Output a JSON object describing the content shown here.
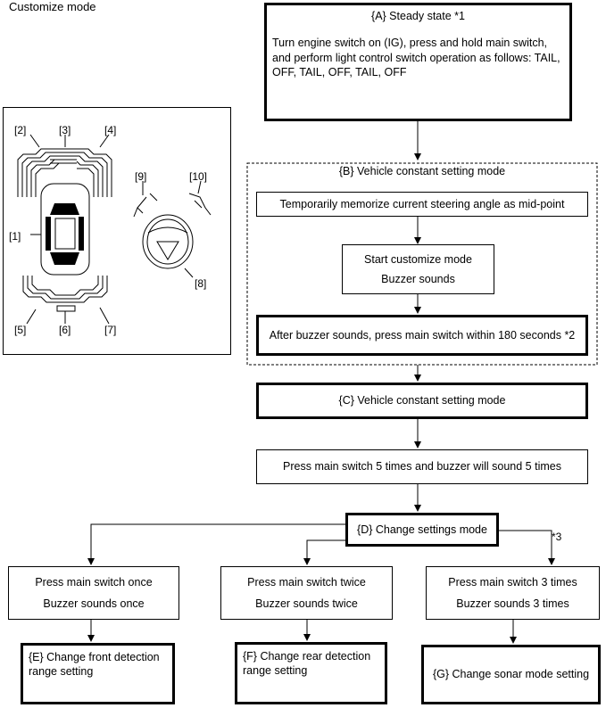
{
  "page_title": "Customize mode",
  "illustration": {
    "callouts": [
      "[1]",
      "[2]",
      "[3]",
      "[4]",
      "[5]",
      "[6]",
      "[7]",
      "[8]",
      "[9]",
      "[10]"
    ]
  },
  "steps": {
    "a": {
      "title": "{A} Steady state *1",
      "body": "Turn engine switch on (IG), press and hold main switch, and perform light control switch operation as follows: TAIL, OFF, TAIL, OFF, TAIL, OFF"
    },
    "b": {
      "title": "{B} Vehicle constant setting mode",
      "memorize": "Temporarily memorize current steering angle as mid-point",
      "start_line1": "Start customize mode",
      "start_line2": "Buzzer sounds",
      "after": "After buzzer sounds, press main switch within 180 seconds *2"
    },
    "c": {
      "title": "{C} Vehicle constant setting mode"
    },
    "press5": "Press main switch 5 times and buzzer will sound 5 times",
    "d": {
      "title": "{D} Change settings mode",
      "note": "*3"
    },
    "branches": [
      {
        "line1": "Press main switch once",
        "line2": "Buzzer sounds once",
        "result": "{E} Change front detection range setting"
      },
      {
        "line1": "Press main switch twice",
        "line2": "Buzzer sounds twice",
        "result": "{F} Change rear detection range setting"
      },
      {
        "line1": "Press main switch 3 times",
        "line2": "Buzzer sounds 3 times",
        "result": "{G} Change sonar mode setting"
      }
    ]
  }
}
